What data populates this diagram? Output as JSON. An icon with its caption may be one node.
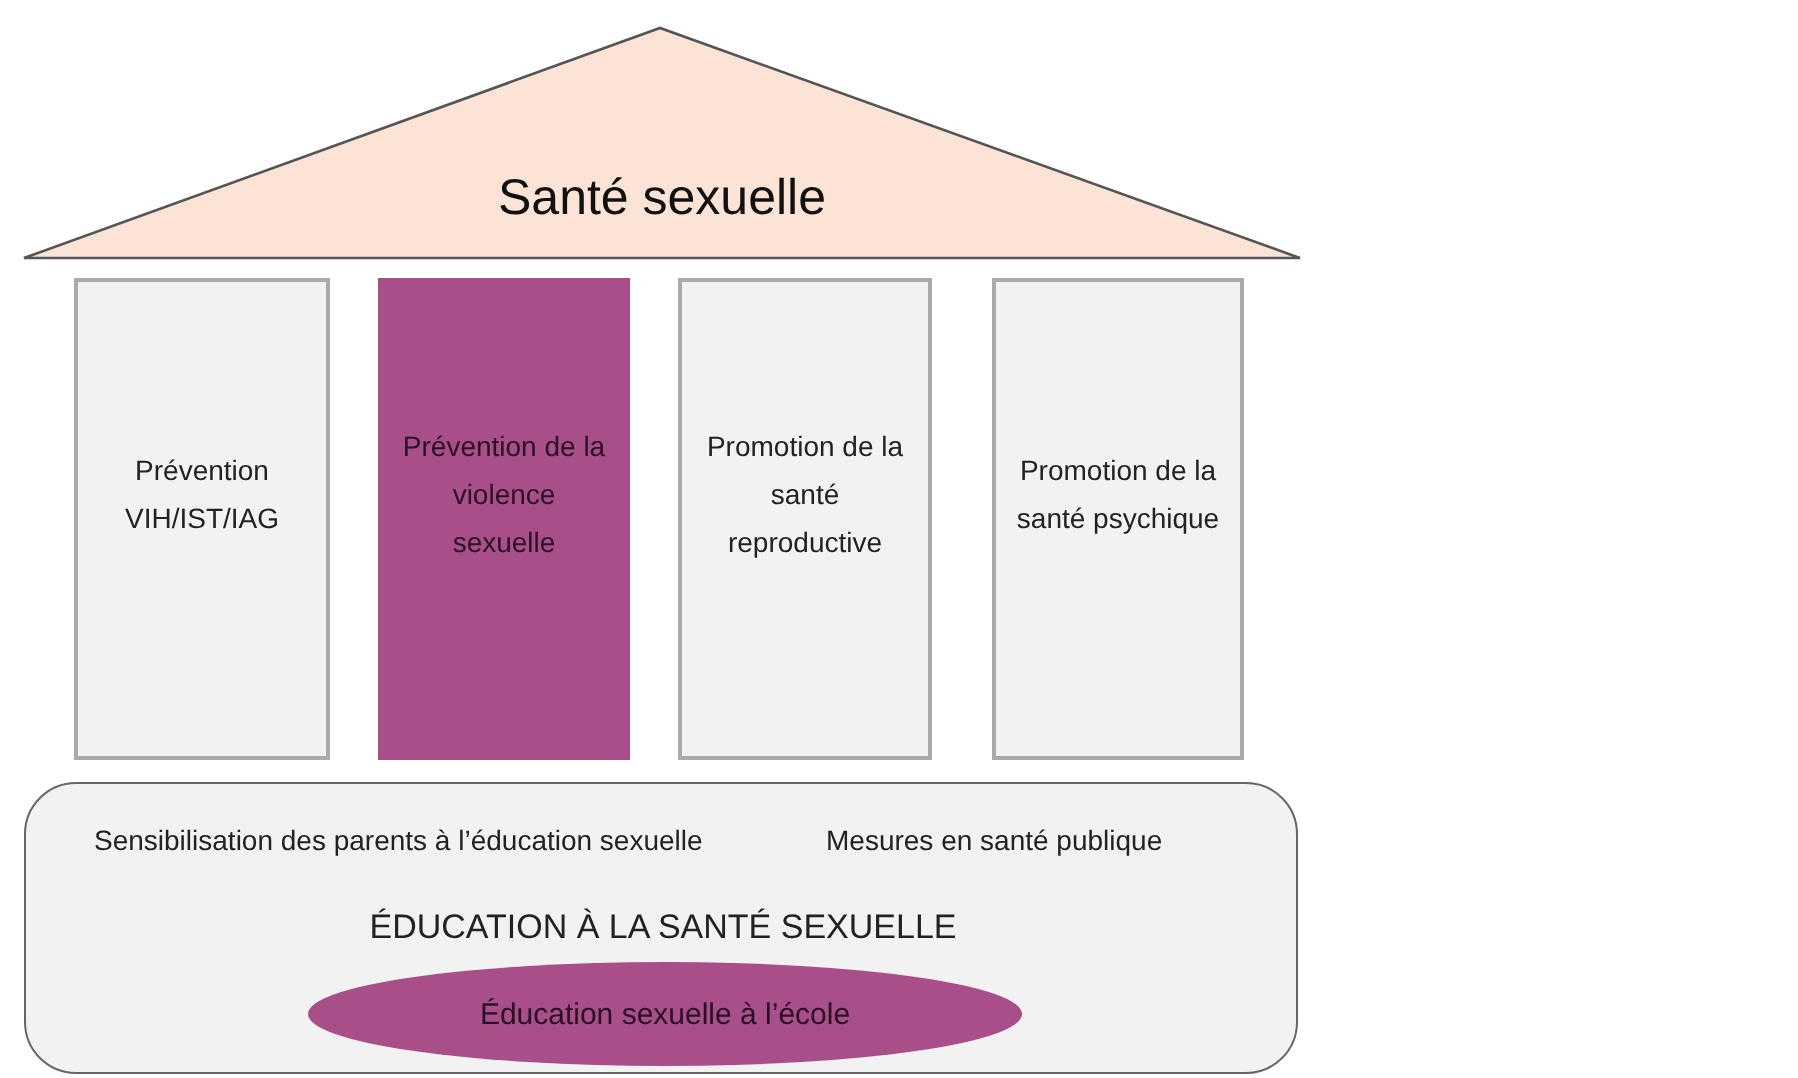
{
  "diagram": {
    "nodes": [
      {
        "text": [
          "Santé sexuelle"
        ]
      },
      {
        "text": [
          "Prévention VIH/IST/IAG"
        ]
      },
      {
        "text": [
          "Prévention de la violence sexuelle"
        ]
      },
      {
        "text": [
          "Promotion de la santé reproductive"
        ]
      },
      {
        "text": [
          "Promotion de la santé psychique"
        ]
      },
      {
        "text": [
          "Sensibilisation des parents à l’éducation sexuelle",
          "Mesures en santé publique",
          "ÉDUCATION À LA SANTÉ SEXUELLE"
        ]
      },
      {
        "text": [
          "Éducation sexuelle à l’école"
        ],
        "in": 5
      }
    ]
  }
}
